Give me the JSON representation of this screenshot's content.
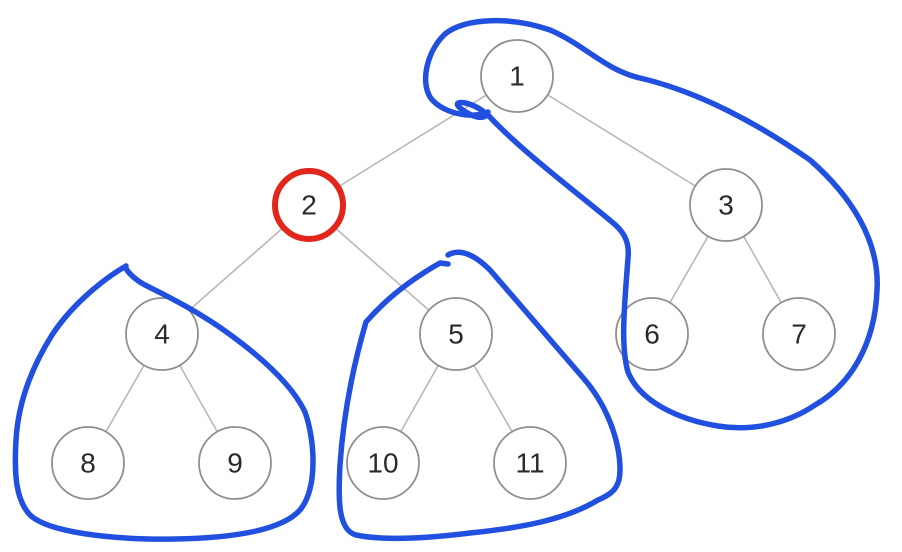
{
  "tree": {
    "nodes": [
      {
        "id": "1",
        "label": "1",
        "highlighted": false
      },
      {
        "id": "2",
        "label": "2",
        "highlighted": true
      },
      {
        "id": "3",
        "label": "3",
        "highlighted": false
      },
      {
        "id": "4",
        "label": "4",
        "highlighted": false
      },
      {
        "id": "5",
        "label": "5",
        "highlighted": false
      },
      {
        "id": "6",
        "label": "6",
        "highlighted": false
      },
      {
        "id": "7",
        "label": "7",
        "highlighted": false
      },
      {
        "id": "8",
        "label": "8",
        "highlighted": false
      },
      {
        "id": "9",
        "label": "9",
        "highlighted": false
      },
      {
        "id": "10",
        "label": "10",
        "highlighted": false
      },
      {
        "id": "11",
        "label": "11",
        "highlighted": false
      }
    ],
    "edges": [
      [
        "1",
        "2"
      ],
      [
        "1",
        "3"
      ],
      [
        "2",
        "4"
      ],
      [
        "2",
        "5"
      ],
      [
        "3",
        "6"
      ],
      [
        "3",
        "7"
      ],
      [
        "4",
        "8"
      ],
      [
        "4",
        "9"
      ],
      [
        "5",
        "10"
      ],
      [
        "5",
        "11"
      ]
    ],
    "groups": [
      {
        "id": "root-right-branch",
        "members": [
          "1",
          "3",
          "6",
          "7"
        ]
      },
      {
        "id": "subtree-4",
        "members": [
          "4",
          "8",
          "9"
        ]
      },
      {
        "id": "subtree-5",
        "members": [
          "5",
          "10",
          "11"
        ]
      }
    ]
  },
  "colors": {
    "highlight": "#e3261b",
    "lasso": "#2150e0",
    "node_stroke": "#8f8f8f",
    "edge": "#b8b8b8"
  }
}
